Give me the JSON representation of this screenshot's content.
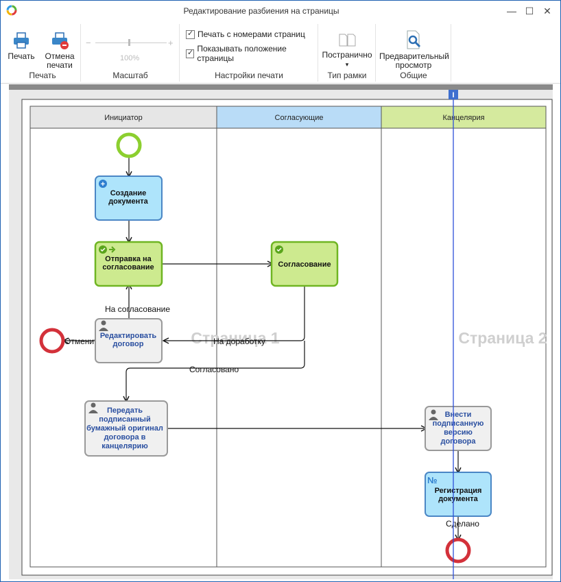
{
  "window": {
    "title": "Редактирование разбиения на страницы",
    "controls": {
      "minimize": "—",
      "maximize": "☐",
      "close": "✕"
    }
  },
  "ribbon": {
    "print_group": {
      "label": "Печать",
      "print_button": "Печать",
      "cancel_button": "Отмена печати"
    },
    "scale_group": {
      "label": "Масштаб",
      "minus": "−",
      "plus": "+",
      "value": "100%"
    },
    "settings_group": {
      "label": "Настройки печати",
      "checkbox_page_numbers": "Печать с номерами страниц",
      "checkbox_page_position": "Показывать положение страницы",
      "page_numbers_checked": true,
      "page_position_checked": true
    },
    "frame_group": {
      "label": "Тип рамки",
      "page_button": "Постранично",
      "page_button_arrow": "▾"
    },
    "common_group": {
      "label": "Общие",
      "preview_button": "Предварительный просмотр"
    }
  },
  "diagram": {
    "lanes": [
      {
        "name": "Инициатор",
        "color": "#e6e6e6"
      },
      {
        "name": "Согласующие",
        "color": "#b9dcf7"
      },
      {
        "name": "Канцелярия",
        "color": "#d5ea9e"
      }
    ],
    "tasks": {
      "create": "Создание документа",
      "send": "Отправка на согласование",
      "approval": "Согласование",
      "edit": "Редактировать договор",
      "transfer": "Передать подписанный бумажный оригинал договора в канцелярию",
      "upload": "Внести подписанную версию договора",
      "register": "Регистрация документа"
    },
    "flow_labels": {
      "to_approval": "На согласование",
      "cancel": "Отменить",
      "rework": "На доработку",
      "approved": "Согласовано",
      "done": "Сделано"
    },
    "page_labels": [
      "Страница 1",
      "Страница 2"
    ],
    "page_divider_handle": "I",
    "colors": {
      "start": "#8ccf2f",
      "end": "#d3313a",
      "blue_task": "#aee4fb",
      "green_task": "#cdea8f",
      "gray_task": "#f0f0f0",
      "divider": "#2d4fd8"
    }
  }
}
